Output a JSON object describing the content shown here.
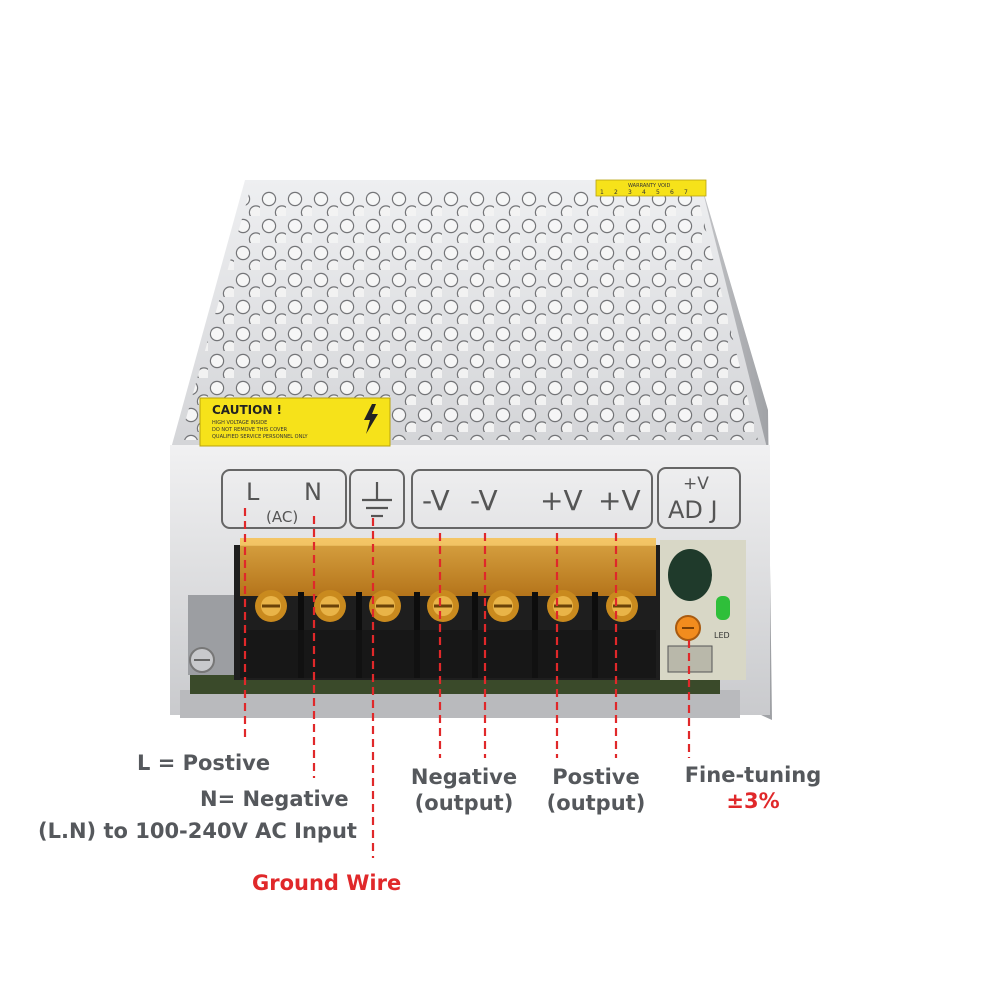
{
  "caution_label": {
    "title": "CAUTION !",
    "line1": "HIGH VOLTAGE INSIDE",
    "line2": "DO NOT REMOVE THIS COVER",
    "line3": "QUALIFIED SERVICE PERSONNEL ONLY"
  },
  "warranty_sticker": {
    "text": "WARRANTY VOID",
    "numbers": [
      "1",
      "2",
      "3",
      "4",
      "5",
      "6",
      "7"
    ]
  },
  "terminal_markings": {
    "l": "L",
    "n": "N",
    "ac": "(AC)",
    "neg1": "-V",
    "neg2": "-V",
    "pos1": "+V",
    "pos2": "+V",
    "adj_top": "+V",
    "adj_bottom": "AD J"
  },
  "pcb": {
    "led": "LED"
  },
  "annotations": {
    "l_positive": "L = Postive",
    "n_negative": "N= Negative",
    "ac_input": "(L.N) to 100-240V AC Input",
    "ground": "Ground Wire",
    "negative_line1": "Negative",
    "negative_line2": "(output)",
    "positive_line1": "Postive",
    "positive_line2": "(output)",
    "fine_line1": "Fine-tuning",
    "fine_line2": "±3%"
  },
  "colors": {
    "annotation_text": "#55585c",
    "annotation_highlight": "#e0282a",
    "leader_line": "#e0282a",
    "caution_yellow": "#f6e21a",
    "terminal_cover": "#e8a22a",
    "metal_case": "#d9dadc"
  }
}
